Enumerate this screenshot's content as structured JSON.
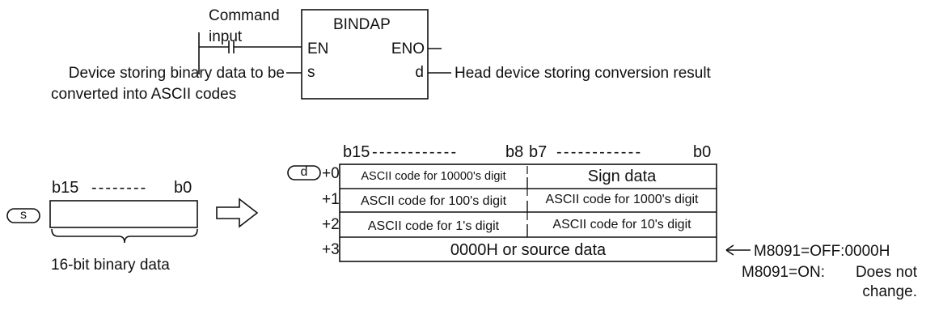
{
  "ladder": {
    "command_input_line1": "Command",
    "command_input_line2": "input",
    "instruction": "BINDAP",
    "pin_en": "EN",
    "pin_eno": "ENO",
    "pin_s": "s",
    "pin_d": "d",
    "source_desc_line1": "Device storing binary data to be",
    "source_desc_line2": "converted into ASCII codes",
    "dest_desc": "Head device storing conversion result"
  },
  "source": {
    "operand": "s",
    "bit_high": "b15",
    "bit_low": "b0",
    "bit_dashes": "--------",
    "caption": "16-bit binary data"
  },
  "result": {
    "operand": "d",
    "bit_b15": "b15",
    "bit_b8": "b8",
    "bit_b7": "b7",
    "bit_b0": "b0",
    "dashes": "------------",
    "rows": [
      {
        "offset": "+0",
        "high": "ASCII code for 10000's digit",
        "low": "Sign data"
      },
      {
        "offset": "+1",
        "high": "ASCII code for 100's digit",
        "low": "ASCII code for 1000's digit"
      },
      {
        "offset": "+2",
        "high": "ASCII code for 1's digit",
        "low": "ASCII code for 10's digit"
      },
      {
        "offset": "+3",
        "full": "0000H or source data"
      }
    ],
    "note_off": "M8091=OFF:0000H",
    "note_on_line1": "M8091=ON:",
    "note_on_line2": "Does not",
    "note_on_line3": "change."
  }
}
